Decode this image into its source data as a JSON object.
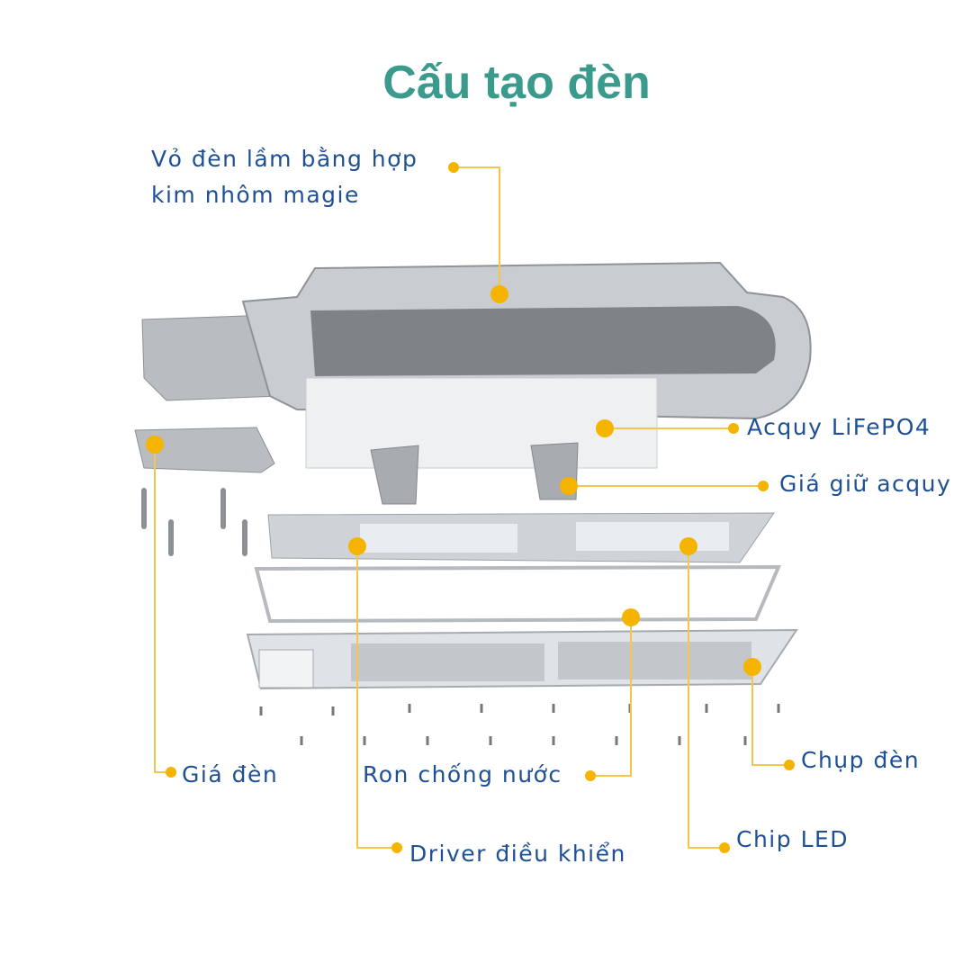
{
  "title": "Cấu tạo đèn",
  "colors": {
    "title": "#3a9a8c",
    "label": "#1f4f95",
    "dot": "#f4b400",
    "line": "#f3c84a"
  },
  "labels": {
    "housing_line1": "Vỏ đèn lầm bằng hợp",
    "housing_line2": "kim nhôm magie",
    "battery": "Acquy LiFePO4",
    "battery_holder": "Giá giữ acquy",
    "lamp_bracket": "Giá đèn",
    "gasket": "Ron chống nước",
    "driver": "Driver điều khiển",
    "chip_led": "Chip LED",
    "cover": "Chụp đèn"
  }
}
